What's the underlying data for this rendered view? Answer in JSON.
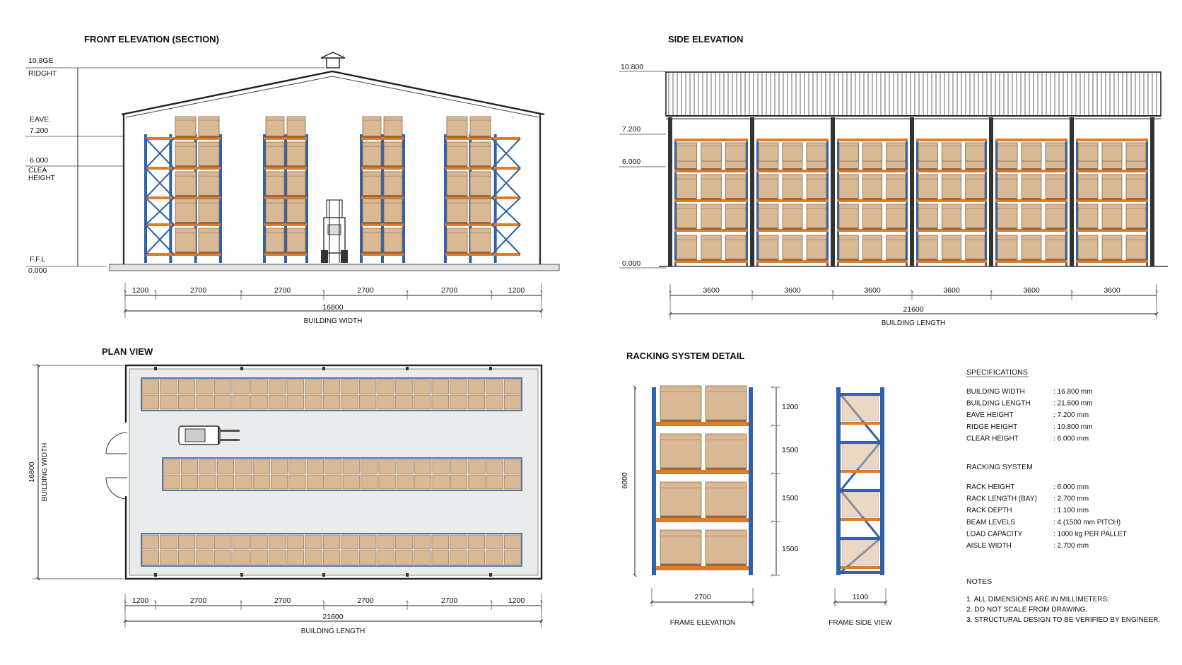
{
  "colors": {
    "upright": "#2f62a8",
    "beam": "#e07b2a",
    "box": "#d9b995",
    "box_edge": "#8a6a48",
    "pallet": "#9a6a3c",
    "floor": "#e9eaec",
    "roof": "#333333"
  },
  "front": {
    "title": "FRONT ELEVATION (SECTION)",
    "lvl_ridge_val": "10.8GE",
    "lvl_ridge_name": "RIDGHT",
    "lvl_eave_name": "EAVE",
    "lvl_eave_val": "7.200",
    "lvl_clear_val": "6.000",
    "lvl_clear_name1": "CLEA",
    "lvl_clear_name2": "HEIGHT",
    "lvl_ffl_name": "F.F.L",
    "lvl_ffl_val": "0.000",
    "dims": [
      "1200",
      "2700",
      "2700",
      "2700",
      "2700",
      "1200"
    ],
    "total": "16800",
    "total_label": "BUILDING WIDTH"
  },
  "side": {
    "title": "SIDE ELEVATION",
    "lvl_top": "10.800",
    "lvl_eave": "7.200",
    "lvl_clear": "6.000",
    "lvl_floor": "0.000",
    "dims": [
      "3600",
      "3600",
      "3600",
      "3600",
      "3600",
      "3600"
    ],
    "total": "21600",
    "total_label": "BUILDING LENGTH"
  },
  "plan": {
    "title": "PLAN VIEW",
    "width_val": "16800",
    "width_label": "BUILDING WIDTH",
    "dims": [
      "1200",
      "2700",
      "2700",
      "2700",
      "2700",
      "1200"
    ],
    "total": "21600",
    "total_label": "BUILDING LENGTH"
  },
  "rack": {
    "title": "RACKING SYSTEM DETAIL",
    "height_val": "6000",
    "level_dims": [
      "1200",
      "1500",
      "1500",
      "1500"
    ],
    "frame_width": "2700",
    "frame_depth": "1100",
    "frame_elev_label": "FRAME ELEVATION",
    "frame_side_label": "FRAME SIDE VIEW"
  },
  "specs": {
    "heading": "SPECIFICATIONS",
    "rows": [
      {
        "k": "BUILDING WIDTH",
        "v": ": 16.800 mm"
      },
      {
        "k": "BUILDING LENGTH",
        "v": ": 21.600 mm"
      },
      {
        "k": "EAVE HEIGHT",
        "v": ": 7.200 mm"
      },
      {
        "k": "RIDGE HEIGHT",
        "v": ": 10.800 mm"
      },
      {
        "k": "CLEAR HEIGHT",
        "v": ": 6.000 mm"
      }
    ],
    "racking_heading": "RACKING SYSTEM",
    "racking_rows": [
      {
        "k": "RACK HEIGHT",
        "v": ": 6.000 mm"
      },
      {
        "k": "RACK LENGTH (BAY)",
        "v": ": 2.700 mm"
      },
      {
        "k": "RACK DEPTH",
        "v": ": 1.100 mm"
      },
      {
        "k": "BEAM LEVELS",
        "v": ": 4 (1500 mm PITCH)"
      },
      {
        "k": "LOAD CAPACITY",
        "v": ": 1000 kg PER PALLET"
      },
      {
        "k": "AISLE WIDTH",
        "v": ": 2.700 mm"
      }
    ],
    "notes_heading": "NOTES",
    "notes": [
      "1. ALL DIMENSIONS ARE IN MILLIMETERS.",
      "2. DO NOT SCALE FROM DRAWING.",
      "3. STRUCTURAL DESIGN TO BE VERIFIED BY ENGINEER."
    ]
  }
}
